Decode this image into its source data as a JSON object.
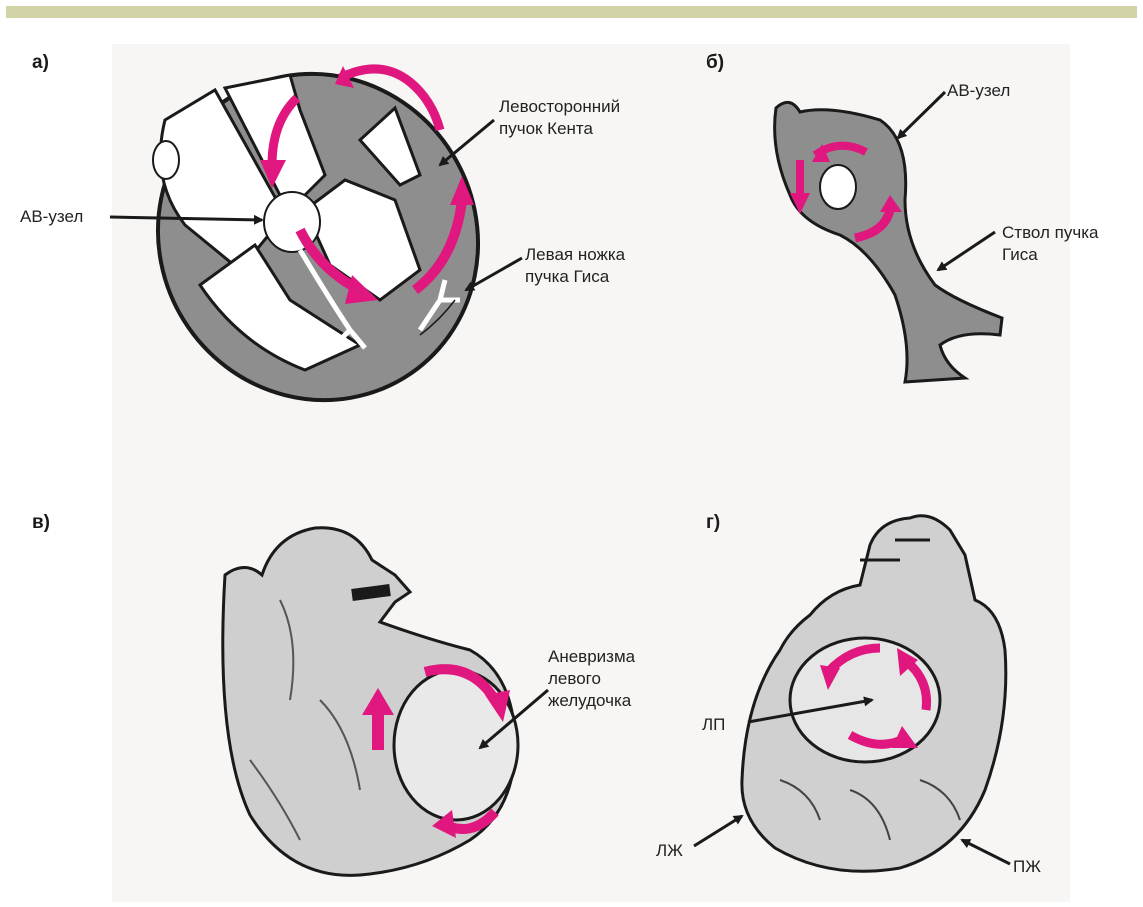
{
  "panels": {
    "a": {
      "letter": "а)",
      "labels": {
        "kent": [
          "Левосторонний",
          "пучок Кента"
        ],
        "av_node": "АВ-узел",
        "left_bundle": [
          "Левая ножка",
          "пучка Гиса"
        ]
      }
    },
    "b": {
      "letter": "б)",
      "labels": {
        "av_node": "АВ-узел",
        "his_trunk": [
          "Ствол пучка",
          "Гиса"
        ]
      }
    },
    "v": {
      "letter": "в)",
      "labels": {
        "aneurysm": [
          "Аневризма",
          "левого",
          "желудочка"
        ]
      }
    },
    "g": {
      "letter": "г)",
      "labels": {
        "la": "ЛП",
        "lv": "ЛЖ",
        "rv": "ПЖ"
      }
    }
  },
  "colors": {
    "arrow": "#e0177f",
    "tissue": "#8e8e8e",
    "outline": "#1a1a1a",
    "topbar": "#d2d3a6"
  }
}
